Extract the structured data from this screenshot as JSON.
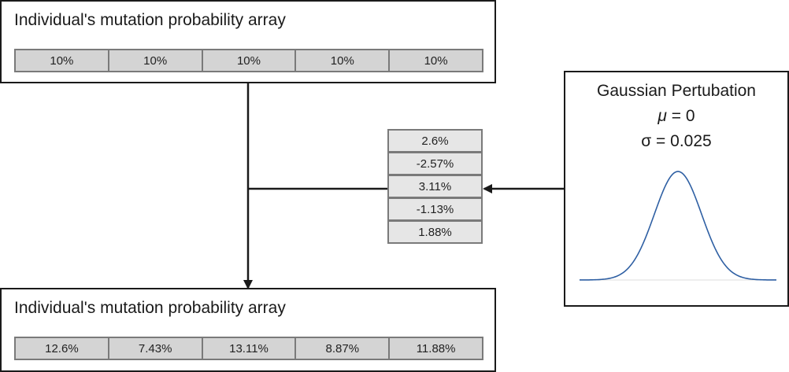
{
  "top_panel": {
    "title": "Individual's mutation probability array",
    "cells": [
      "10%",
      "10%",
      "10%",
      "10%",
      "10%"
    ]
  },
  "perturbation_values": [
    "2.6%",
    "-2.57%",
    "3.11%",
    "-1.13%",
    "1.88%"
  ],
  "gaussian": {
    "title": "Gaussian Pertubation",
    "mu_symbol": "μ",
    "mu_rest": " = 0",
    "sigma": "σ = 0.025",
    "curve_color": "#2e5fa3"
  },
  "bottom_panel": {
    "title": "Individual's mutation probability array",
    "cells": [
      "12.6%",
      "7.43%",
      "13.11%",
      "8.87%",
      "11.88%"
    ]
  }
}
